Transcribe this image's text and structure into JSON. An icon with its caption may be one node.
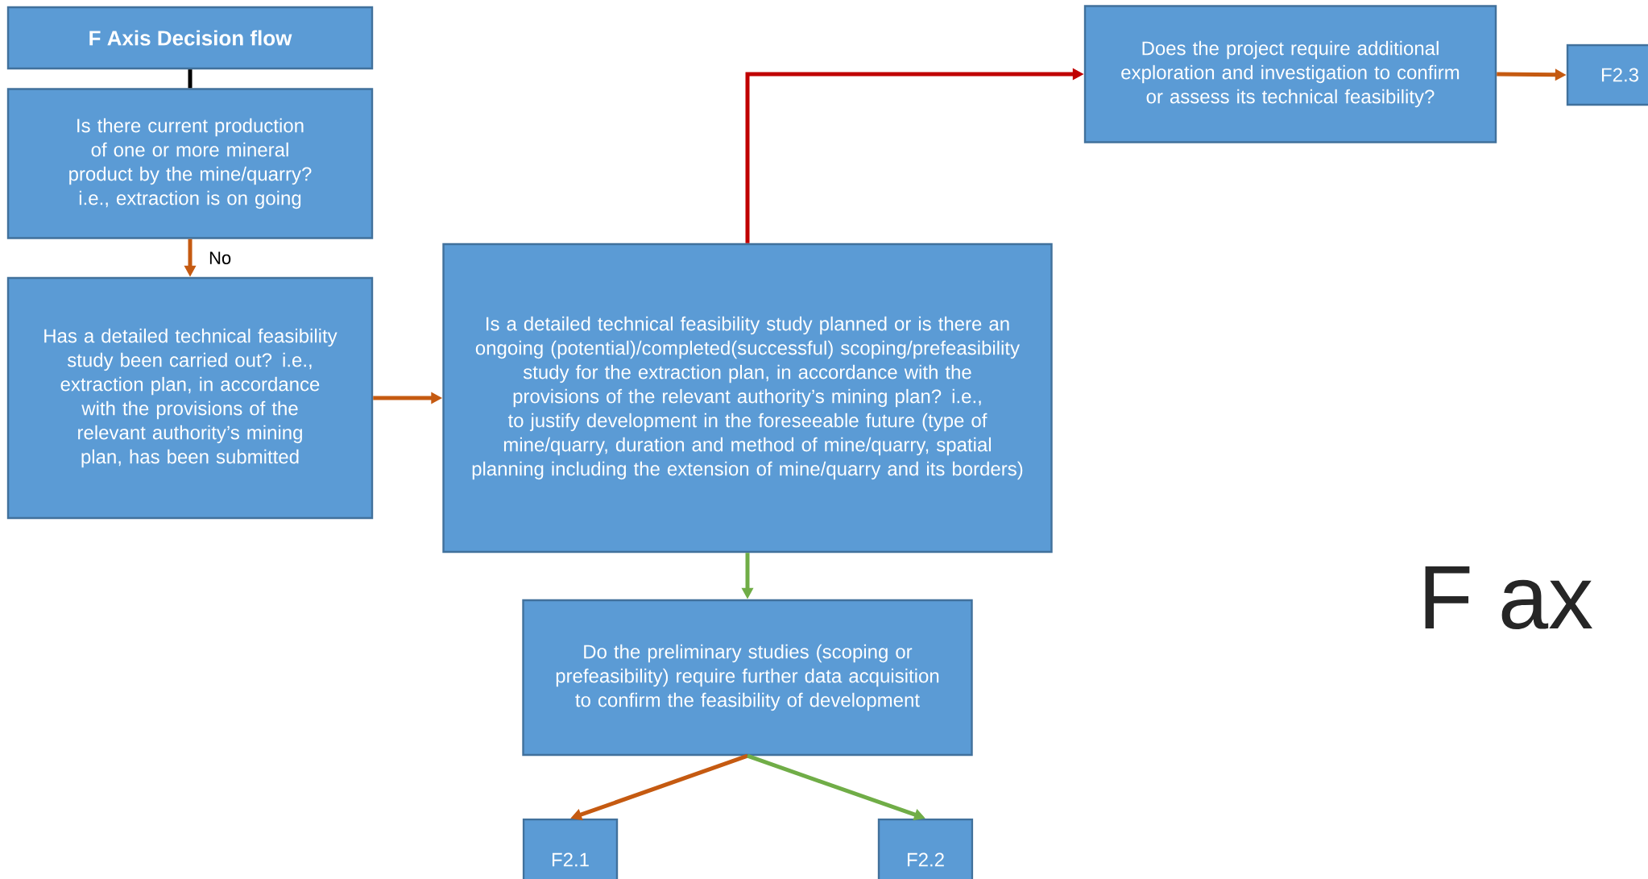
{
  "diagram": {
    "title": "F Axis Decision flow",
    "nodes": [
      {
        "text": [
          "Is there current production of one or more mineral product by the mine/quarry? i.e., extraction is on going"
        ]
      },
      {
        "text": [
          "Has a detailed technical feasibility study been carried out? i.e., extraction plan, in accordance with the provisions of the relevant authority’s mining plan, has been submitted"
        ]
      },
      {
        "text": [
          "Is a detailed technical feasibility study planned or is there an ongoing (potential)/completed(successful) scoping/prefeasibility study for the extraction plan, in accordance with the provisions of the relevant authority’s mining plan? i.e., to justify development in the foreseeable future (type of mine/quarry, duration and method of mine/quarry, spatial planning including the extension of mine/quarry and its borders)"
        ]
      },
      {
        "text": [
          "Do the preliminary studies (scoping or prefeasibility) require further data acquisition to confirm the feasibility of development"
        ]
      },
      {
        "text": [
          "F2.1"
        ]
      },
      {
        "text": [
          "F2.2"
        ]
      },
      {
        "text": [
          "Does the project require additional exploration and investigation to confirm or assess its technical feasibility?"
        ]
      },
      {
        "text": [
          "F2.3"
        ]
      }
    ],
    "edges": [
      {
        "from": null,
        "to": 0,
        "arrow": "none",
        "color": "#000000"
      },
      {
        "from": 0,
        "to": 1,
        "arrow": "to",
        "label": "No"
      },
      {
        "from": 1,
        "to": 2,
        "arrow": "to"
      },
      {
        "from": 2,
        "to": 6,
        "arrow": "to",
        "color": "#c00000"
      },
      {
        "from": 6,
        "to": 7,
        "arrow": "to"
      },
      {
        "from": 2,
        "to": 3,
        "arrow": "to",
        "color": "#70ad47"
      },
      {
        "from": 3,
        "to": 4,
        "arrow": "to"
      },
      {
        "from": 3,
        "to": 5,
        "arrow": "to",
        "color": "#70ad47"
      }
    ],
    "labels": [
      "F ax"
    ]
  }
}
